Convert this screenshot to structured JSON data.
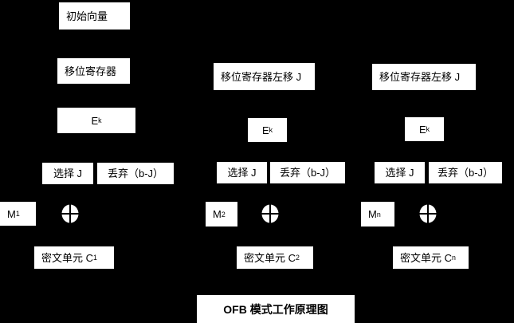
{
  "diagram": {
    "title": "OFB 模式工作原理图",
    "colors": {
      "background": "#000000",
      "box_fill": "#ffffff",
      "text": "#000000"
    },
    "columns": [
      {
        "initial_vector": "初始向量",
        "shift_register": "移位寄存器",
        "encryption": {
          "base": "E",
          "sub": "k"
        },
        "select": "选择 J",
        "discard": "丢弃（b-J）",
        "message": {
          "base": "M",
          "sub": "1"
        },
        "xor": "xor-circle-plus",
        "ciphertext": {
          "base": "密文单元 C",
          "sub": "1"
        }
      },
      {
        "shift_register": "移位寄存器左移 J",
        "encryption": {
          "base": "E",
          "sub": "k"
        },
        "select": "选择 J",
        "discard": "丢弃（b-J）",
        "message": {
          "base": "M",
          "sub": "2"
        },
        "xor": "xor-circle-plus",
        "ciphertext": {
          "base": "密文单元 C",
          "sub": "2"
        }
      },
      {
        "shift_register": "移位寄存器左移 J",
        "encryption": {
          "base": "E",
          "sub": "k"
        },
        "select": "选择 J",
        "discard": "丢弃（b-J）",
        "message": {
          "base": "M",
          "sub": "n"
        },
        "xor": "xor-circle-plus",
        "ciphertext": {
          "base": "密文单元 C",
          "sub": "n"
        }
      }
    ]
  }
}
